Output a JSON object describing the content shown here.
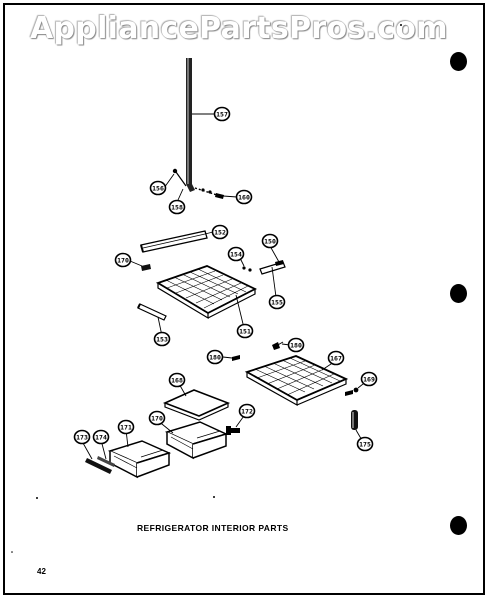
{
  "watermark": "AppliancePartsPros.com",
  "caption": "REFRIGERATOR INTERIOR PARTS",
  "page_number": "42",
  "callouts": [
    "157",
    "156",
    "158",
    "160",
    "152",
    "170",
    "154",
    "150",
    "153",
    "151",
    "155",
    "180",
    "180",
    "167",
    "169",
    "168",
    "172",
    "171",
    "170",
    "173",
    "174",
    "175"
  ]
}
